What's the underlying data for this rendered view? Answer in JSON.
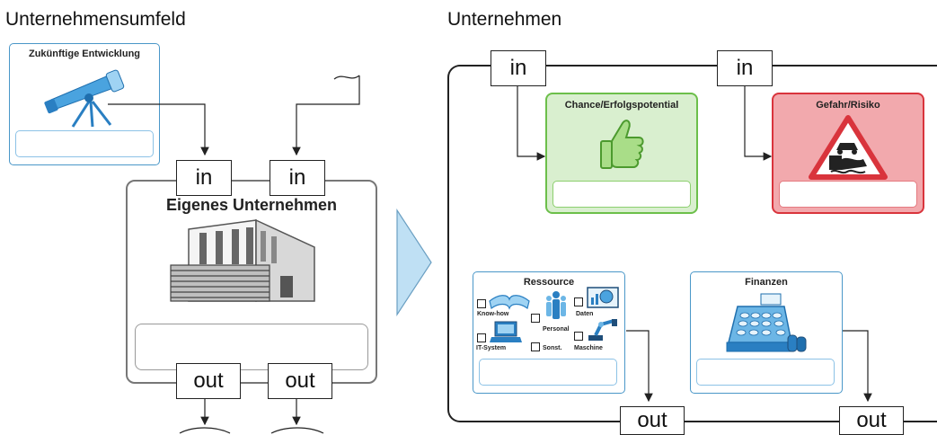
{
  "left_panel": {
    "heading": "Unternehmensumfeld",
    "future_card": {
      "title": "Zukünftige Entwicklung",
      "icon": "telescope-icon"
    },
    "company": {
      "title": "Eigenes Unternehmen",
      "icon": "office-building-icon"
    },
    "ports_in": [
      "in",
      "in"
    ],
    "ports_out": [
      "out",
      "out"
    ]
  },
  "transition": {
    "icon": "arrow-triangle-icon",
    "color": "#bfe0f4"
  },
  "right_panel": {
    "heading": "Unternehmen",
    "ports_in": [
      "in",
      "in"
    ],
    "ports_out": [
      "out",
      "out"
    ],
    "chance_card": {
      "title": "Chance/Erfolgspotential",
      "icon": "thumbs-up-icon",
      "color": "#d9efcf",
      "border": "#6cbf4a"
    },
    "risk_card": {
      "title": "Gefahr/Risiko",
      "icon": "warning-sign-icon",
      "color": "#f2a9ad",
      "border": "#d9343c"
    },
    "resource_card": {
      "title": "Ressource",
      "items": [
        "Know-how",
        "Personal",
        "Daten",
        "IT-System",
        "Sonst.",
        "Maschine"
      ]
    },
    "finance_card": {
      "title": "Finanzen",
      "icon": "cash-register-icon"
    }
  }
}
